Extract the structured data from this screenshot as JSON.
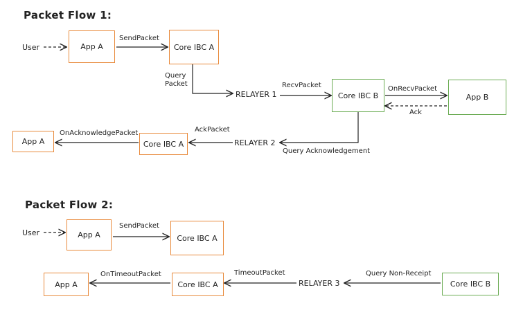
{
  "flow1": {
    "title": "Packet Flow 1:",
    "user": "User",
    "app_a_1": "App A",
    "send_packet": "SendPacket",
    "core_ibc_a_1": "Core IBC A",
    "query_packet": "Query\nPacket",
    "relayer_1": "RELAYER 1",
    "recv_packet": "RecvPacket",
    "core_ibc_b": "Core IBC B",
    "on_recv_packet": "OnRecvPacket",
    "app_b": "App B",
    "ack": "Ack",
    "query_ack": "Query Acknowledgement",
    "relayer_2": "RELAYER 2",
    "ack_packet": "AckPacket",
    "core_ibc_a_2": "Core IBC A",
    "on_ack_packet": "OnAcknowledgePacket",
    "app_a_2": "App A"
  },
  "flow2": {
    "title": "Packet Flow 2:",
    "user": "User",
    "app_a_1": "App A",
    "send_packet": "SendPacket",
    "core_ibc_a_1": "Core IBC A",
    "core_ibc_b": "Core IBC B",
    "query_non_receipt": "Query Non-Receipt",
    "relayer_3": "RELAYER 3",
    "timeout_packet": "TimeoutPacket",
    "core_ibc_a_2": "Core IBC A",
    "on_timeout_packet": "OnTimeoutPacket",
    "app_a_2": "App A"
  },
  "colors": {
    "chain_a_border": "#e8893a",
    "chain_b_border": "#6aab52",
    "line": "#222222"
  }
}
